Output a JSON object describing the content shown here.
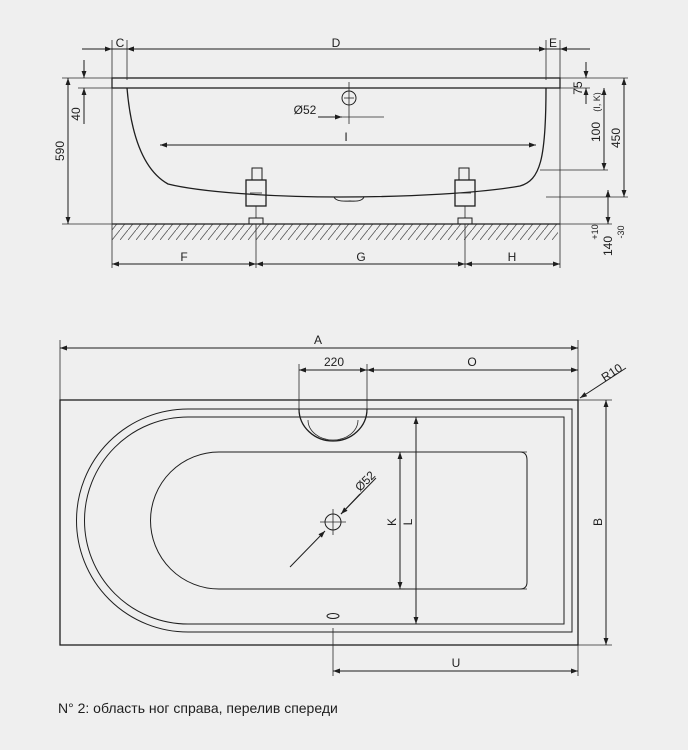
{
  "side_view": {
    "labels": {
      "C": "C",
      "D": "D",
      "E": "E",
      "d52": "Ø52",
      "I": "I",
      "v40": "40",
      "v590": "590",
      "v75": "75",
      "v100": "100",
      "v100_note": "(I, K)",
      "v450": "450",
      "v10": "+10",
      "v140": "140",
      "v30": "-30",
      "F": "F",
      "G": "G",
      "H": "H"
    }
  },
  "top_view": {
    "labels": {
      "A": "A",
      "w220": "220",
      "O": "O",
      "R10": "R10",
      "d52": "Ø52",
      "K": "K",
      "L": "L",
      "B": "B",
      "U": "U"
    }
  },
  "caption": "N° 2: область ног справа, перелив спереди"
}
